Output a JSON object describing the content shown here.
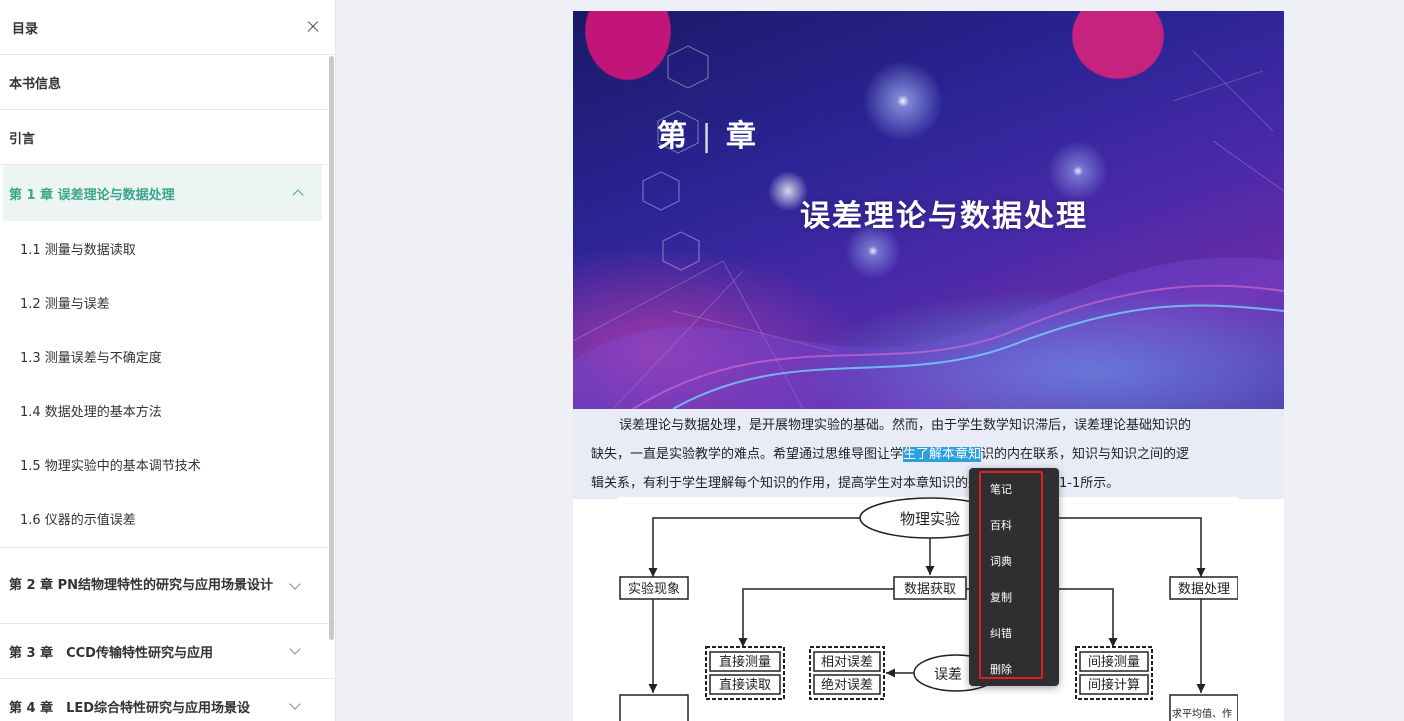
{
  "toc": {
    "title": "目录",
    "items": [
      {
        "label": "本书信息"
      },
      {
        "label": "引言"
      },
      {
        "label": "第 1 章  误差理论与数据处理",
        "expanded": true,
        "children": [
          {
            "label": "1.1  测量与数据读取"
          },
          {
            "label": "1.2  测量与误差"
          },
          {
            "label": "1.3  测量误差与不确定度"
          },
          {
            "label": "1.4  数据处理的基本方法"
          },
          {
            "label": "1.5  物理实验中的基本调节技术"
          },
          {
            "label": "1.6  仪器的示值误差"
          }
        ]
      },
      {
        "label": "第 2 章  PN结物理特性的研究与应用场景设计"
      },
      {
        "label": "第 3 章　CCD传输特性研究与应用"
      },
      {
        "label": "第 4 章　LED综合特性研究与应用场景设"
      }
    ]
  },
  "cover": {
    "chapter_prefix": "第",
    "chapter_bar": "|",
    "chapter_suffix": "章",
    "chapter_title": "误差理论与数据处理"
  },
  "body": {
    "line1": "误差理论与数据处理，是开展物理实验的基础。然而，由于学生数学知识滞后，误差理论基础知识的",
    "line2_before": "缺失，一直是实验教学的难点。希望通过思维导图让学",
    "line2_highlight": "生了解本章知",
    "line2_after": "识的内在联系，知识与知识之间的逻",
    "line3": "辑关系，有利于学生理解每个知识的作用，提高学生对本章知识的整体认识，如图1-1所示。"
  },
  "figure": {
    "root": "物理实验",
    "phenomenon": "实验现象",
    "acquire": "数据获取",
    "process": "数据处理",
    "direct_measure": "直接测量",
    "direct_read": "直接读取",
    "relative_error": "相对误差",
    "absolute_error": "绝对误差",
    "error": "误差",
    "indirect_measure": "间接测量",
    "indirect_calc": "间接计算",
    "avg": "求平均值、作"
  },
  "context_menu": {
    "items": [
      "笔记",
      "百科",
      "词典",
      "复制",
      "纠错",
      "删除"
    ]
  },
  "colors": {
    "accent": "#3aa58a",
    "highlight": "#2b9fe0",
    "menu_outline": "#e02020"
  }
}
